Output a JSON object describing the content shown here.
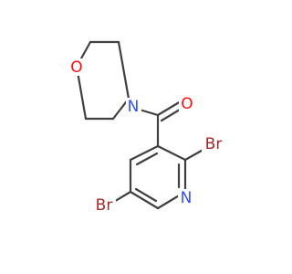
{
  "molecule": {
    "atoms": {
      "o_ring": {
        "label": "O",
        "color": "#ff0d0d"
      },
      "n_morph": {
        "label": "N",
        "color": "#3050f8"
      },
      "o_carbonyl": {
        "label": "O",
        "color": "#ff0d0d"
      },
      "n_pyr": {
        "label": "N",
        "color": "#3050f8"
      },
      "br_2": {
        "label": "Br",
        "color": "#a62929"
      },
      "br_5": {
        "label": "Br",
        "color": "#a62929"
      }
    },
    "bond_color": "#404040"
  }
}
